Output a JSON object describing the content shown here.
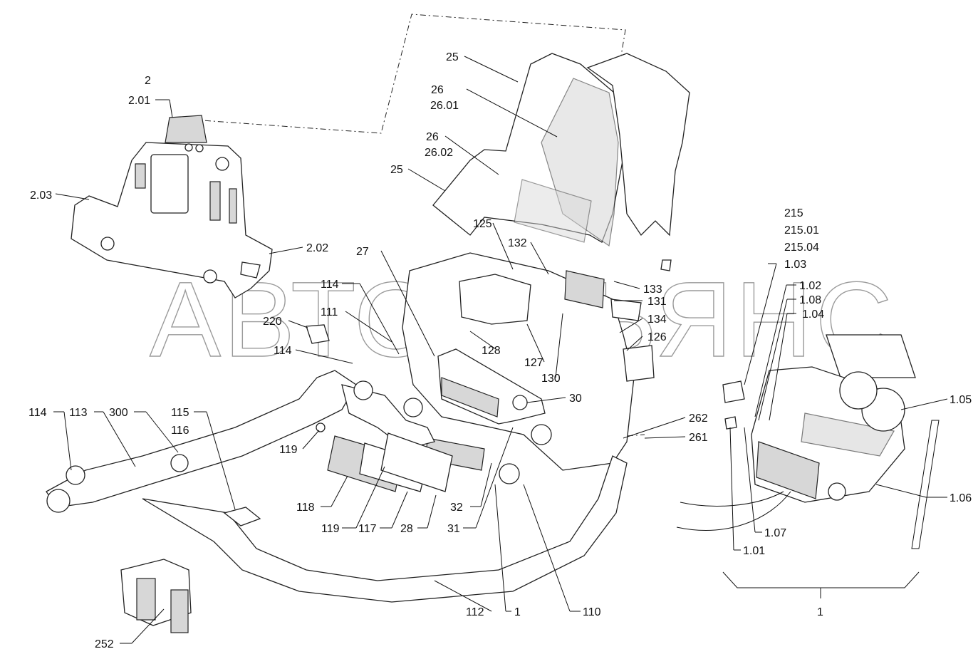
{
  "watermark": "АВТОАЛЬЯНС",
  "callouts": [
    {
      "id": "c-2",
      "text": "2"
    },
    {
      "id": "c-2-01",
      "text": "2.01"
    },
    {
      "id": "c-2-03",
      "text": "2.03"
    },
    {
      "id": "c-2-02",
      "text": "2.02"
    },
    {
      "id": "c-25a",
      "text": "25"
    },
    {
      "id": "c-26a",
      "text": "26"
    },
    {
      "id": "c-26-01",
      "text": "26.01"
    },
    {
      "id": "c-26b",
      "text": "26"
    },
    {
      "id": "c-26-02",
      "text": "26.02"
    },
    {
      "id": "c-25b",
      "text": "25"
    },
    {
      "id": "c-125",
      "text": "125"
    },
    {
      "id": "c-132",
      "text": "132"
    },
    {
      "id": "c-27",
      "text": "27"
    },
    {
      "id": "c-133",
      "text": "133"
    },
    {
      "id": "c-131",
      "text": "131"
    },
    {
      "id": "c-134",
      "text": "134"
    },
    {
      "id": "c-126",
      "text": "126"
    },
    {
      "id": "c-114a",
      "text": "114"
    },
    {
      "id": "c-111",
      "text": "111"
    },
    {
      "id": "c-220",
      "text": "220"
    },
    {
      "id": "c-114b",
      "text": "114"
    },
    {
      "id": "c-128",
      "text": "128"
    },
    {
      "id": "c-127",
      "text": "127"
    },
    {
      "id": "c-130",
      "text": "130"
    },
    {
      "id": "c-30",
      "text": "30"
    },
    {
      "id": "c-262",
      "text": "262"
    },
    {
      "id": "c-261",
      "text": "261"
    },
    {
      "id": "c-114c",
      "text": "114"
    },
    {
      "id": "c-113",
      "text": "113"
    },
    {
      "id": "c-300",
      "text": "300"
    },
    {
      "id": "c-115",
      "text": "115"
    },
    {
      "id": "c-116",
      "text": "116"
    },
    {
      "id": "c-119a",
      "text": "119"
    },
    {
      "id": "c-118",
      "text": "118"
    },
    {
      "id": "c-119b",
      "text": "119"
    },
    {
      "id": "c-117",
      "text": "117"
    },
    {
      "id": "c-28",
      "text": "28"
    },
    {
      "id": "c-32",
      "text": "32"
    },
    {
      "id": "c-31",
      "text": "31"
    },
    {
      "id": "c-112",
      "text": "112"
    },
    {
      "id": "c-1a",
      "text": "1"
    },
    {
      "id": "c-110",
      "text": "110"
    },
    {
      "id": "c-252",
      "text": "252"
    },
    {
      "id": "c-215",
      "text": "215"
    },
    {
      "id": "c-215-01",
      "text": "215.01"
    },
    {
      "id": "c-215-04",
      "text": "215.04"
    },
    {
      "id": "c-1-03",
      "text": "1.03"
    },
    {
      "id": "c-1-02",
      "text": "1.02"
    },
    {
      "id": "c-1-08",
      "text": "1.08"
    },
    {
      "id": "c-1-04",
      "text": "1.04"
    },
    {
      "id": "c-1-05",
      "text": "1.05"
    },
    {
      "id": "c-1-06",
      "text": "1.06"
    },
    {
      "id": "c-1-07",
      "text": "1.07"
    },
    {
      "id": "c-1-01",
      "text": "1.01"
    },
    {
      "id": "c-1b",
      "text": "1"
    }
  ]
}
